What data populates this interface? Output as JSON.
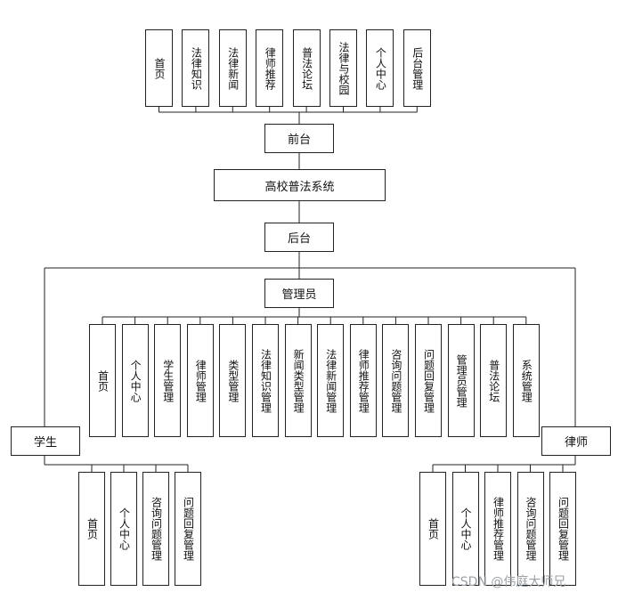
{
  "diagram": {
    "frontend": {
      "label": "前台",
      "children": [
        "首页",
        "法律知识",
        "法律新闻",
        "律师推荐",
        "普法论坛",
        "法律与校园",
        "个人中心",
        "后台管理"
      ]
    },
    "system": {
      "label": "高校普法系统"
    },
    "backend": {
      "label": "后台"
    },
    "admin": {
      "label": "管理员",
      "children": [
        "首页",
        "个人中心",
        "学生管理",
        "律师管理",
        "类型管理",
        "法律知识管理",
        "新闻类型管理",
        "法律新闻管理",
        "律师推荐管理",
        "咨询问题管理",
        "问题回复管理",
        "管理员管理",
        "普法论坛",
        "系统管理"
      ]
    },
    "student": {
      "label": "学生",
      "children": [
        "首页",
        "个人中心",
        "咨询问题管理",
        "问题回复管理"
      ]
    },
    "lawyer": {
      "label": "律师",
      "children": [
        "首页",
        "个人中心",
        "律师推荐管理",
        "咨询问题管理",
        "问题回复管理"
      ]
    }
  },
  "watermark": "CSDN @伟庭大师兄"
}
